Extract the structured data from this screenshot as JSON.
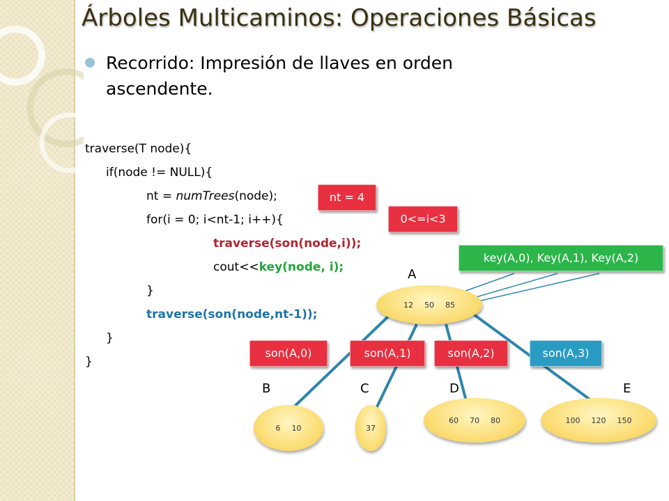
{
  "slide": {
    "title": "Árboles Multicaminos: Operaciones Básicas",
    "bullet": "Recorrido: Impresión de llaves en orden ascendente."
  },
  "code": {
    "l1": "traverse(T node){",
    "l2": "if(node != NULL){",
    "l3_pre": "nt = ",
    "l3_fn": "numTrees",
    "l3_arg": "(node);",
    "l4": "for(i = 0;  i<nt-1; i++){",
    "l5": "traverse(son(node,i));",
    "l6_pre": "cout<<",
    "l6_key": "key(node, i);",
    "l7": "}",
    "l8": "traverse(son(node,nt-1));",
    "l9": "}",
    "l10": "}"
  },
  "annotations": {
    "nt": "nt = 4",
    "range": "0<=i<3",
    "keys": "key(A,0), Key(A,1), Key(A,2)",
    "son0": "son(A,0)",
    "son1": "son(A,1)",
    "son2": "son(A,2)",
    "son3": "son(A,3)"
  },
  "tree": {
    "A": {
      "label": "A",
      "keys": [
        "12",
        "50",
        "85"
      ]
    },
    "B": {
      "label": "B",
      "keys": [
        "6",
        "10"
      ]
    },
    "C": {
      "label": "C",
      "keys": [
        "37"
      ]
    },
    "D": {
      "label": "D",
      "keys": [
        "60",
        "70",
        "80"
      ]
    },
    "E": {
      "label": "E",
      "keys": [
        "100",
        "120",
        "150"
      ]
    }
  },
  "colors": {
    "red_code": "#b3232f",
    "green_code": "#1fa637",
    "blue_code": "#1f73a8",
    "tag_red": "#e83040",
    "tag_green": "#2cb64a",
    "tag_blue": "#2a9cc4",
    "edge": "#2e86ab",
    "node_fill": "#fbdc72"
  }
}
